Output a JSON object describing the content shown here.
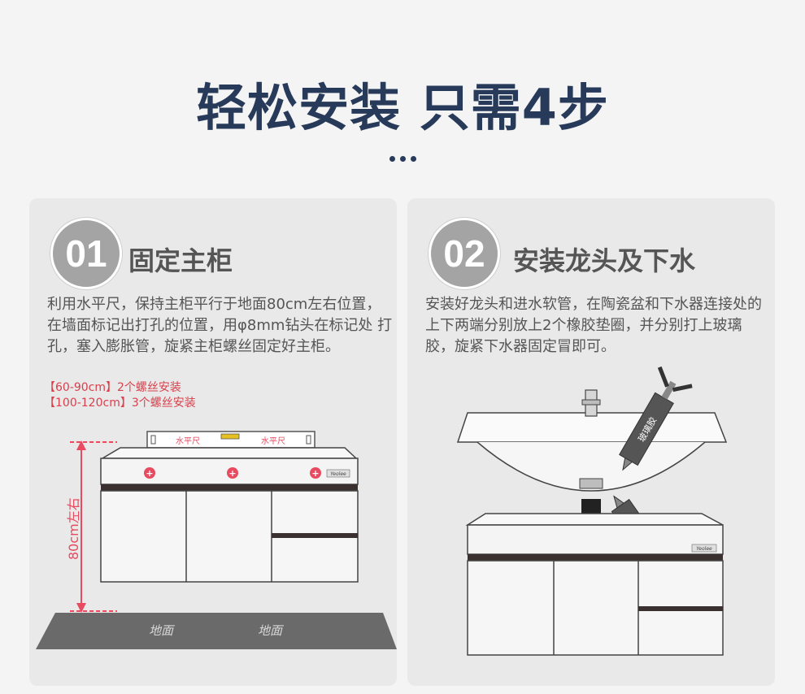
{
  "page": {
    "title": "轻松安装 只需4步"
  },
  "steps": [
    {
      "number": "01",
      "title": "固定主柜",
      "description": "利用水平尺，保持主柜平行于地面80cm左右位置，在墙面标记出打孔的位置，用φ8mm钻头在标记处 打孔，塞入膨胀管，旋紧主柜螺丝固定好主柜。",
      "notes": [
        "【60-90cm】2个螺丝安装",
        "【100-120cm】3个螺丝安装"
      ],
      "illustration": {
        "level_label": "水平尺",
        "height_label": "80cm左右",
        "floor_label": "地面",
        "brand_plate": "Yeolee",
        "mark_color": "#e84a5f",
        "measure_color": "#e84a5f"
      }
    },
    {
      "number": "02",
      "title": "安装龙头及下水",
      "description": "安装好龙头和进水软管，在陶瓷盆和下水器连接处的上下两端分别放上2个橡胶垫圈，并分别打上玻璃胶，旋紧下水器固定冒即可。",
      "illustration": {
        "glue_label": "玻璃胶",
        "brand_plate": "Yeolee"
      }
    }
  ],
  "colors": {
    "title": "#283a5a",
    "card_bg": "#e9e9e9",
    "badge": "#a4a4a4",
    "note": "#d8404c"
  }
}
